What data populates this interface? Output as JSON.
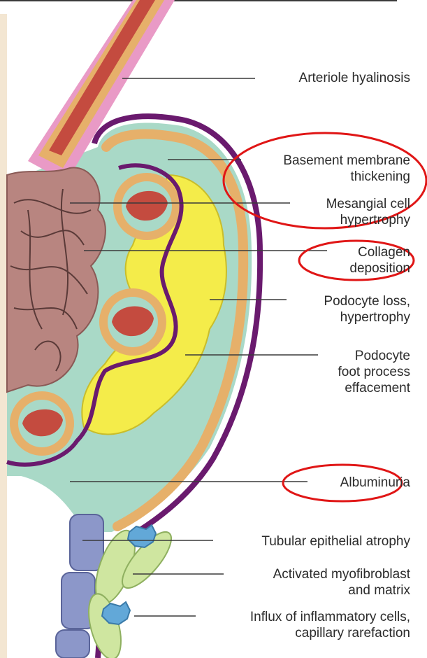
{
  "figure": {
    "labels": {
      "arteriole": [
        "Arteriole hyalinosis"
      ],
      "basement": [
        "Basement membrane",
        "thickening"
      ],
      "mesangial": [
        "Mesangial cell",
        "hypertrophy"
      ],
      "collagen": [
        "Collagen",
        "deposition"
      ],
      "podocyte_loss": [
        "Podocyte loss,",
        "hypertrophy"
      ],
      "foot_process": [
        "Podocyte",
        "foot process",
        "effacement"
      ],
      "albuminuria": [
        "Albuminuria"
      ],
      "tubular": [
        "Tubular epithelial atrophy"
      ],
      "myofibroblast": [
        "Activated myofibroblast",
        "and matrix"
      ],
      "inflammatory": [
        "Influx of inflammatory cells,",
        "capillary rarefaction"
      ]
    },
    "highlighted": [
      "basement",
      "collagen",
      "albuminuria"
    ],
    "colors": {
      "highlight_ring": "#e01616",
      "leader_line": "#3a3a3a",
      "bowman_capsule": "#6a1a6e",
      "podocyte": "#f4ec4a",
      "urinary_space": "#a9d9c7",
      "mesangium": "#b88580",
      "capillary_wall": "#e6b06a",
      "erythrocyte_lumen": "#c44b3f",
      "arteriole_hyaline": "#e99ac6",
      "tubular_cell": "#8c97c9",
      "myofibroblast": "#cfe6a0",
      "inflammatory_cell": "#62a8d8"
    }
  }
}
